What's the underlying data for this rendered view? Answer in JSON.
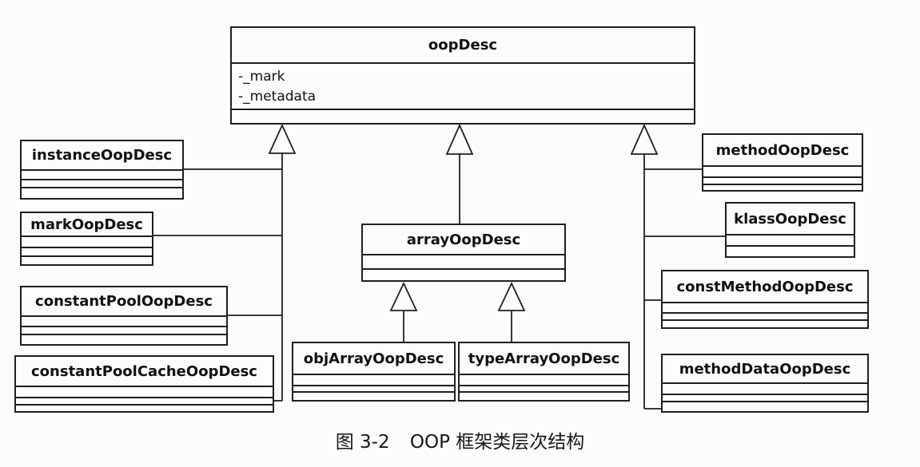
{
  "diagram": {
    "caption": {
      "figure_label": "图 3-2",
      "title": "OOP 框架类层次结构"
    },
    "root_class": {
      "name": "oopDesc",
      "attributes": [
        "-_mark",
        "-_metadata"
      ]
    },
    "classes": {
      "instance": {
        "name": "instanceOopDesc"
      },
      "mark": {
        "name": "markOopDesc"
      },
      "constantPool": {
        "name": "constantPoolOopDesc"
      },
      "constantPoolCache": {
        "name": "constantPoolCacheOopDesc"
      },
      "array": {
        "name": "arrayOopDesc"
      },
      "objArray": {
        "name": "objArrayOopDesc"
      },
      "typeArray": {
        "name": "typeArrayOopDesc"
      },
      "method": {
        "name": "methodOopDesc"
      },
      "klass": {
        "name": "klassOopDesc"
      },
      "constMethod": {
        "name": "constMethodOopDesc"
      },
      "methodData": {
        "name": "methodDataOopDesc"
      }
    },
    "colors": {
      "line": "#1f1f1f",
      "background": "#fcfcfb"
    }
  }
}
